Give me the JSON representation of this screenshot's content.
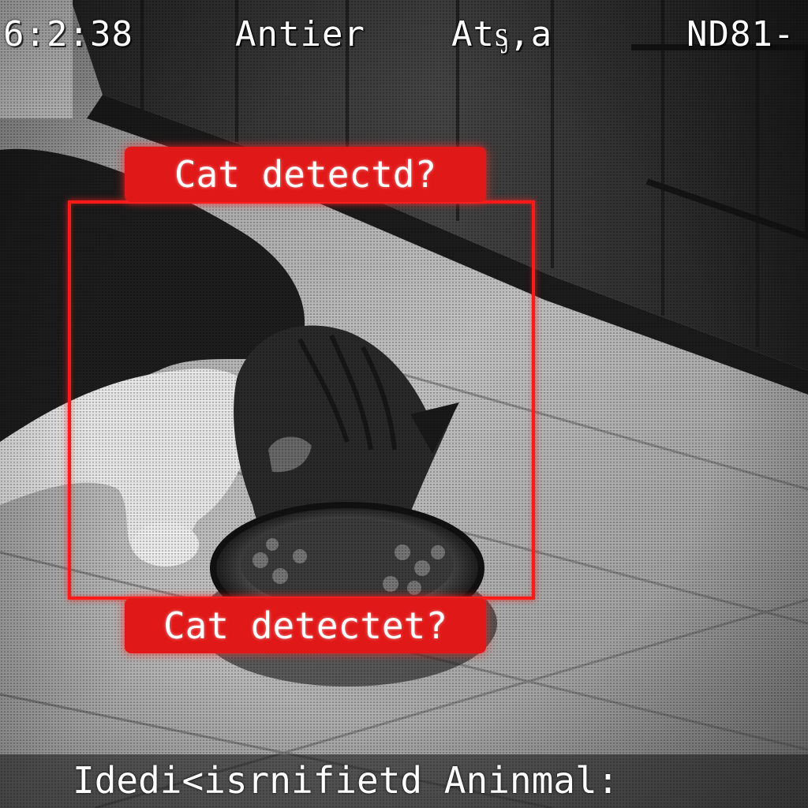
{
  "osd": {
    "time": "6:2:38",
    "mode": "Antier",
    "status": "Atᶊ,a",
    "channel": "ND81-"
  },
  "detection": {
    "label_top": "Cat detectd?",
    "label_bottom": "Cat detectet?"
  },
  "caption": "Idedi<isrnifietd Aninmal:",
  "colors": {
    "detection_red": "#e01818",
    "box_border": "#ff1a1a",
    "osd_text": "#ffffff"
  }
}
